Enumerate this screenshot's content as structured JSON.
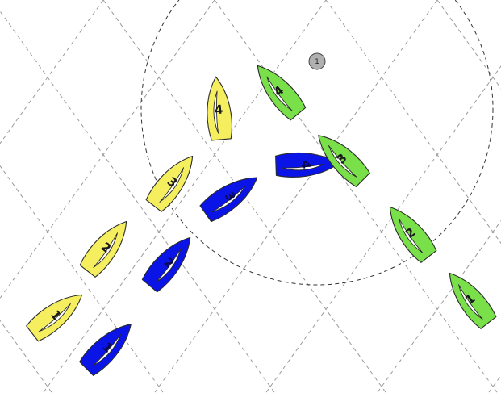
{
  "colors": {
    "yellow": "#f5ef5f",
    "blue": "#0a14e6",
    "green": "#79e04a",
    "mark": "#b0b0b0",
    "circle": "#333333",
    "grid": "#9a9a9a"
  },
  "mark": {
    "label": "1"
  },
  "boats": [
    {
      "color": "yellow",
      "label": "1"
    },
    {
      "color": "yellow",
      "label": "2"
    },
    {
      "color": "yellow",
      "label": "3"
    },
    {
      "color": "yellow",
      "label": "4"
    },
    {
      "color": "blue",
      "label": "1"
    },
    {
      "color": "blue",
      "label": "2"
    },
    {
      "color": "blue",
      "label": "3"
    },
    {
      "color": "blue",
      "label": "4"
    },
    {
      "color": "green",
      "label": "1"
    },
    {
      "color": "green",
      "label": "2"
    },
    {
      "color": "green",
      "label": "3"
    },
    {
      "color": "green",
      "label": "4"
    }
  ]
}
